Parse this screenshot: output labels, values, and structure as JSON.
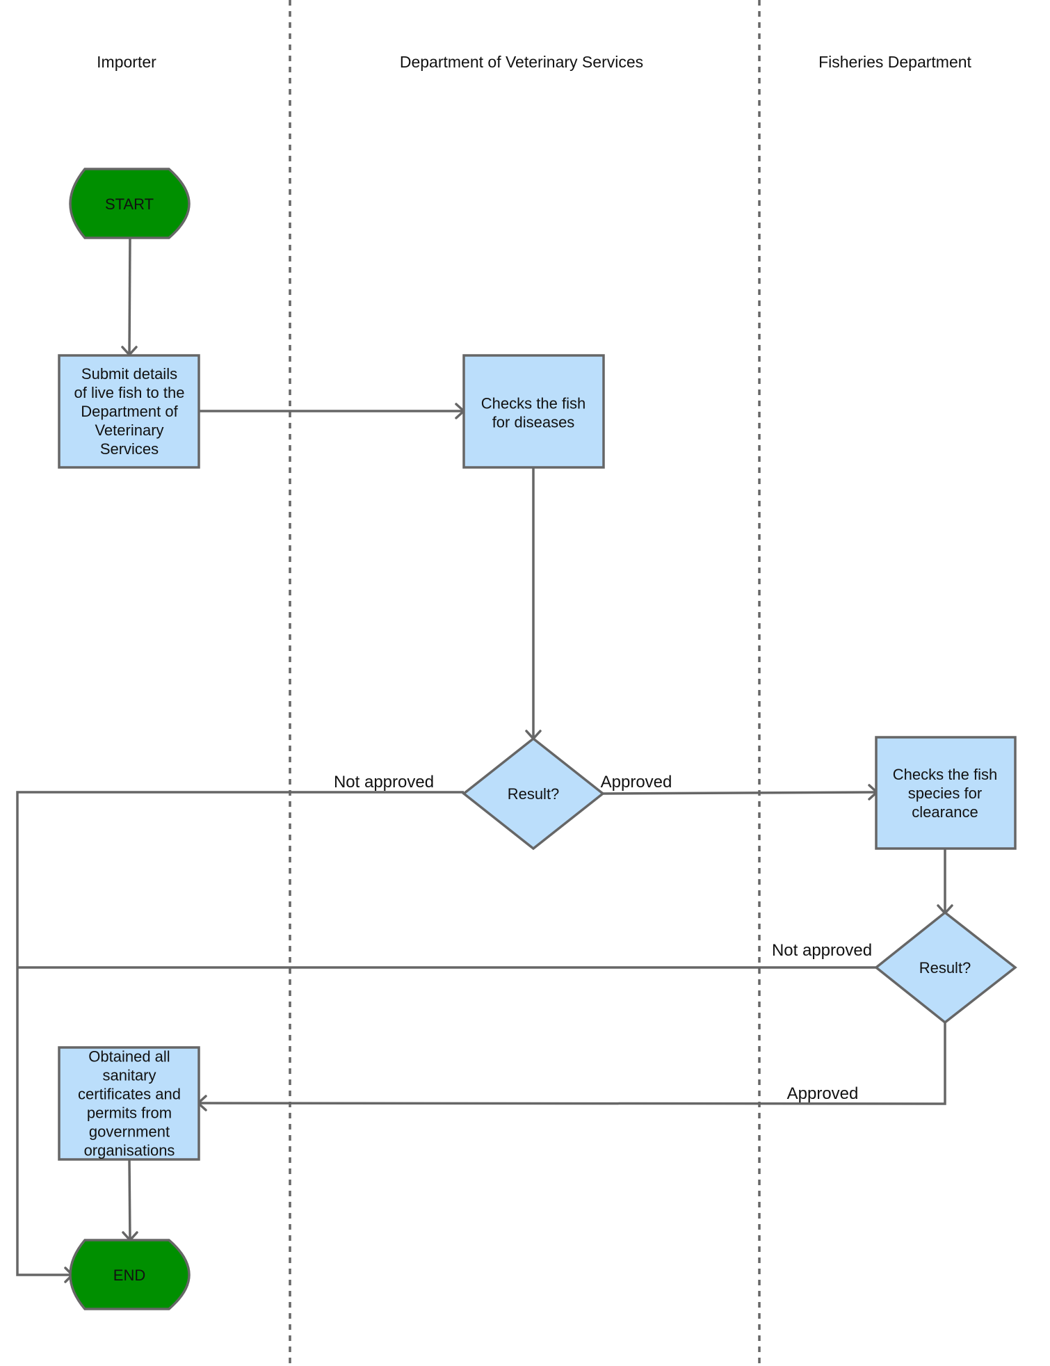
{
  "lanes": [
    {
      "id": "importer",
      "title": "Importer"
    },
    {
      "id": "dvs",
      "title": "Department of Veterinary Services"
    },
    {
      "id": "fisheries",
      "title": "Fisheries Department"
    }
  ],
  "nodes": {
    "start": {
      "label": [
        "START"
      ]
    },
    "submit": {
      "label": [
        "Submit details",
        "of live fish to the",
        "Department of",
        "Veterinary",
        "Services"
      ]
    },
    "check_diseases": {
      "label": [
        "Checks the fish",
        "for diseases"
      ]
    },
    "result1": {
      "label": [
        "Result?"
      ]
    },
    "check_species": {
      "label": [
        "Checks the fish",
        "species for",
        "clearance"
      ]
    },
    "result2": {
      "label": [
        "Result?"
      ]
    },
    "obtained": {
      "label": [
        "Obtained all",
        "sanitary",
        "certificates and",
        "permits from",
        "government",
        "organisations"
      ]
    },
    "end": {
      "label": [
        "END"
      ]
    }
  },
  "edges": [
    {
      "from": "start",
      "to": "submit",
      "label": ""
    },
    {
      "from": "submit",
      "to": "check_diseases",
      "label": ""
    },
    {
      "from": "check_diseases",
      "to": "result1",
      "label": ""
    },
    {
      "from": "result1",
      "to": "check_species",
      "label": "Approved"
    },
    {
      "from": "result1",
      "to": "end",
      "label": "Not approved"
    },
    {
      "from": "check_species",
      "to": "result2",
      "label": ""
    },
    {
      "from": "result2",
      "to": "end",
      "label": "Not approved"
    },
    {
      "from": "result2",
      "to": "obtained",
      "label": "Approved"
    },
    {
      "from": "obtained",
      "to": "end",
      "label": ""
    }
  ],
  "colors": {
    "process_fill": "#bbdefb",
    "terminal_fill": "#008f00",
    "stroke": "#666666"
  }
}
